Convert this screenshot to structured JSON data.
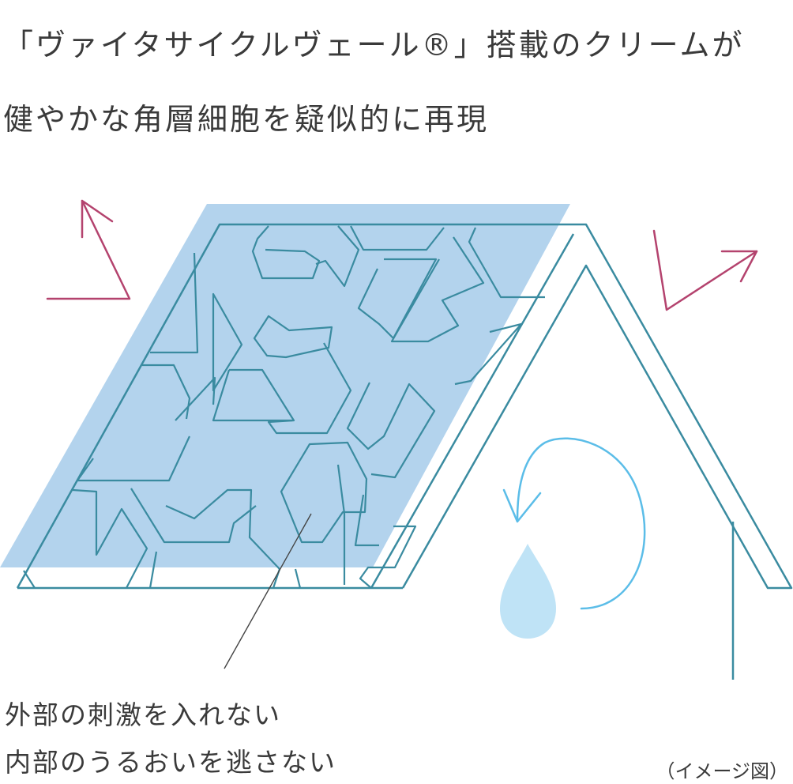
{
  "title": {
    "line1": "「ヴァイタサイクルヴェール®」搭載のクリームが",
    "line2": "健やかな角層細胞を疑似的に再現"
  },
  "caption": {
    "line1": "外部の刺激を入れない",
    "line2": "内部のうるおいを逃さない"
  },
  "note": "（イメージ図）",
  "colors": {
    "veil_fill": "#a9cdeb",
    "cell_stroke": "#3a8ba0",
    "arrow_pink": "#b4436e",
    "cycle_blue": "#5bbde8",
    "droplet": "#bfe3f6",
    "leader_line": "#444444"
  },
  "icons": {
    "deflect_arrow_left": "arrow-bounce-icon",
    "deflect_arrow_right": "arrow-bounce-icon",
    "moisture_cycle": "circular-arrow-icon",
    "water_drop": "droplet-icon"
  }
}
